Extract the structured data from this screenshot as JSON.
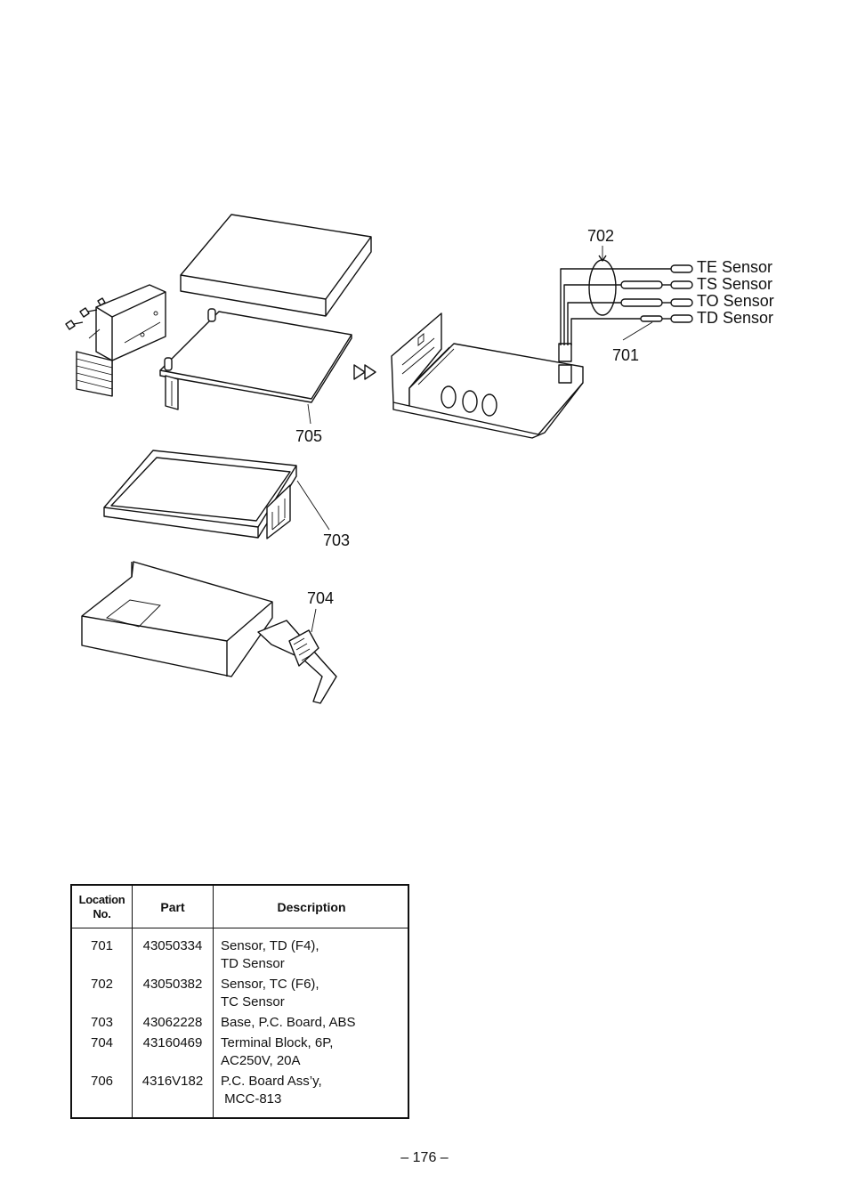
{
  "diagram": {
    "callouts": {
      "c701": "701",
      "c702": "702",
      "c703": "703",
      "c704": "704",
      "c705": "705"
    },
    "sensors": [
      "TE Sensor",
      "TS Sensor",
      "TO Sensor",
      "TD Sensor"
    ]
  },
  "table": {
    "headers": {
      "location_line1": "Location",
      "location_line2": "No.",
      "part": "Part",
      "description": "Description"
    },
    "rows": [
      {
        "location": "701",
        "part": "43050334",
        "description": "Sensor, TD (F4),\nTD Sensor"
      },
      {
        "location": "702",
        "part": "43050382",
        "description": "Sensor, TC (F6),\nTC Sensor"
      },
      {
        "location": "703",
        "part": "43062228",
        "description": "Base, P.C. Board, ABS"
      },
      {
        "location": "704",
        "part": "43160469",
        "description": "Terminal Block, 6P,\nAC250V, 20A"
      },
      {
        "location": "706",
        "part": "4316V182",
        "description": "P.C. Board Ass’y,\n MCC-813"
      }
    ]
  },
  "page_number": "– 176 –"
}
